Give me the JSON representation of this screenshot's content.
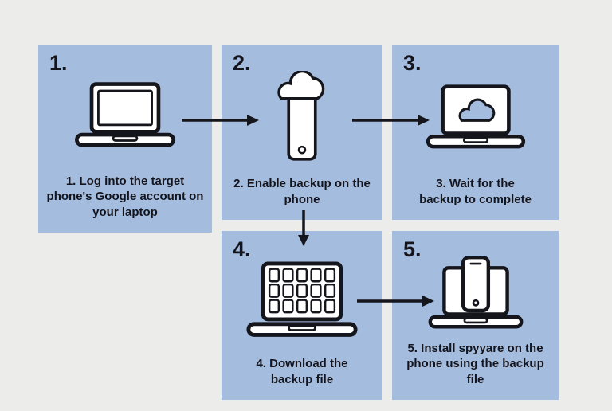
{
  "colors": {
    "background": "#ecedeb",
    "panel": "#a4bddf",
    "line": "#15151c",
    "icon_fill": "#ffffff",
    "cloud_fill": "#a4bddf"
  },
  "steps": [
    {
      "number": "1.",
      "caption": "1. Log into the target phone's Google account on your laptop",
      "icon": "laptop-icon"
    },
    {
      "number": "2.",
      "caption": "2. Enable backup on the phone",
      "icon": "phone-cloud-backup-icon"
    },
    {
      "number": "3.",
      "caption": "3. Wait for the backup to complete",
      "icon": "laptop-cloud-icon"
    },
    {
      "number": "4.",
      "caption": "4. Download the backup file",
      "icon": "laptop-backup-grid-icon"
    },
    {
      "number": "5.",
      "caption": "5. Install spyyare on the phone using the backup file",
      "icon": "laptop-phone-icon"
    }
  ],
  "arrows": [
    {
      "from": "step-1",
      "to": "step-2",
      "direction": "right"
    },
    {
      "from": "step-2",
      "to": "step-3",
      "direction": "right"
    },
    {
      "from": "step-2",
      "to": "step-4",
      "direction": "down"
    },
    {
      "from": "step-4",
      "to": "step-5",
      "direction": "right"
    }
  ]
}
